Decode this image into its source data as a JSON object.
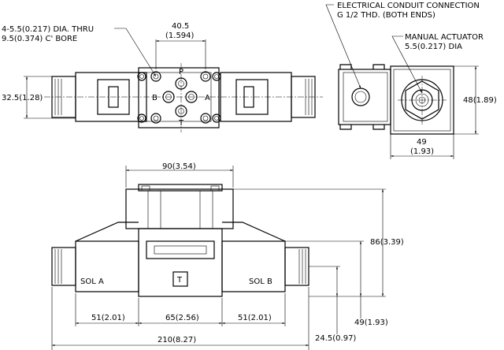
{
  "top_view": {
    "hole_note_line1": "4-5.5(0.217) DIA. THRU",
    "hole_note_line2": "9.5(0.374) C' BORE",
    "dim_top": "40.5",
    "dim_top_inch": "(1.594)",
    "dim_left": "32.5(1.28)",
    "port_p": "P",
    "port_a": "A",
    "port_b": "B",
    "port_t": "T"
  },
  "side_view": {
    "conduit_note_line1": "ELECTRICAL CONDUIT CONNECTION",
    "conduit_note_line2": "G 1/2 THD. (BOTH ENDS)",
    "actuator_note_line1": "MANUAL ACTUATOR",
    "actuator_note_line2": "5.5(0.217) DIA",
    "dim_right": "48(1.89)",
    "dim_bottom": "49",
    "dim_bottom_inch": "(1.93)"
  },
  "front_view": {
    "dim_top": "90(3.54)",
    "label_sol_a": "SOL A",
    "label_sol_b": "SOL B",
    "label_t": "T",
    "dim_height": "86(3.39)",
    "dim_left_seg": "51(2.01)",
    "dim_mid_seg": "65(2.56)",
    "dim_right_seg": "51(2.01)",
    "dim_side_height": "49(1.93)",
    "dim_total": "210(8.27)",
    "dim_low": "24.5(0.97)"
  }
}
